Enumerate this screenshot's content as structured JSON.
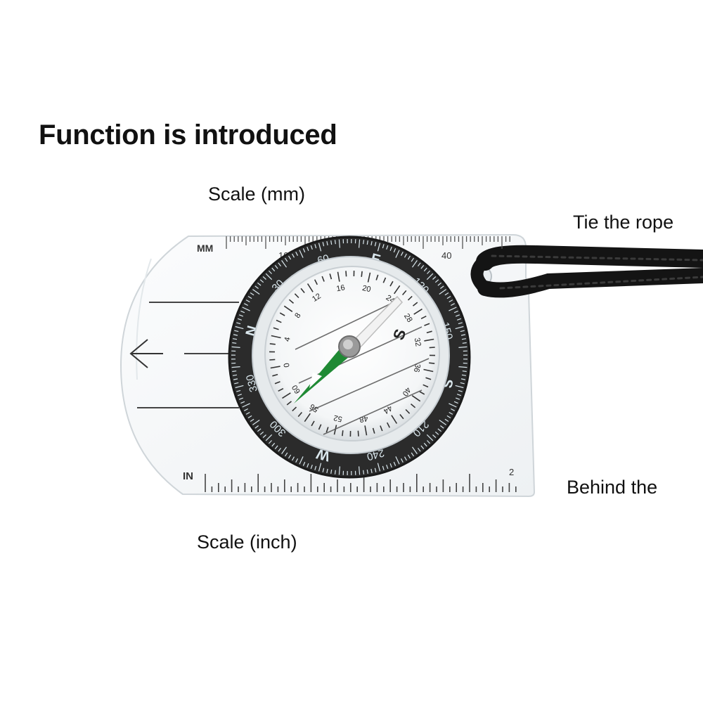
{
  "title": "Function is introduced",
  "labels": {
    "scale_mm": "Scale (mm)",
    "tie_rope": "Tie the rope",
    "behind": "Behind the",
    "scale_inch": "Scale (inch)"
  },
  "baseplate": {
    "mm_unit": "MM",
    "inch_unit": "IN",
    "mm_numbers": [
      "10",
      "40"
    ],
    "inch_numbers": [
      "2"
    ]
  },
  "bezel": {
    "cardinals": [
      "N",
      "E",
      "S",
      "W"
    ],
    "degrees": [
      "30",
      "60",
      "120",
      "150",
      "210",
      "240",
      "300",
      "330"
    ]
  },
  "inner_dial": {
    "numbers": [
      "0",
      "4",
      "8",
      "12",
      "16",
      "20",
      "24",
      "28",
      "32",
      "36",
      "40",
      "44",
      "48",
      "52",
      "56",
      "60"
    ],
    "cardinal": "S"
  },
  "colors": {
    "needle_north": "#1f8a34",
    "needle_south": "#f2f2f2",
    "bezel": "#2b2b2b",
    "bezel_text": "#dbe8ee",
    "rope": "#141414"
  },
  "icons": [
    "direction-arrow-icon",
    "compass-needle-icon"
  ]
}
